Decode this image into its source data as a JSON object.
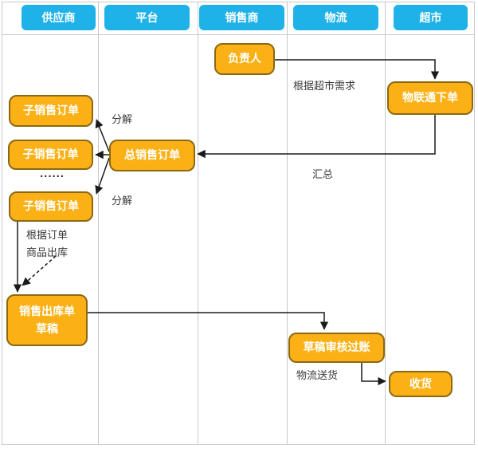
{
  "lanes": [
    {
      "label": "供应商"
    },
    {
      "label": "平台"
    },
    {
      "label": "销售商"
    },
    {
      "label": "物流"
    },
    {
      "label": "超市"
    }
  ],
  "nodes": {
    "manager": {
      "label": "负责人"
    },
    "iot_order": {
      "label": "物联通下单"
    },
    "sub_order_1": {
      "label": "子销售订单"
    },
    "sub_order_2": {
      "label": "子销售订单"
    },
    "sub_order_3": {
      "label": "子销售订单"
    },
    "total_order": {
      "label": "总销售订单"
    },
    "outbound_draft": {
      "line1": "销售出库单",
      "line2": "草稿"
    },
    "draft_audit": {
      "label": "草稿审核过账"
    },
    "receive": {
      "label": "收货"
    }
  },
  "annotations": {
    "per_market_demand": "根据超市需求",
    "decompose_top": "分解",
    "decompose_bottom": "分解",
    "summarize": "汇总",
    "ellipsis": "......",
    "per_order": "根据订单",
    "goods_outbound": "商品出库",
    "logistics_delivery": "物流送货"
  },
  "colors": {
    "lane_header_bg": "#1FB2E8",
    "node_bg": "#FBB116",
    "node_border": "#8B6914",
    "grid_line": "#C9C9C9",
    "connector": "#1A1A1A"
  }
}
